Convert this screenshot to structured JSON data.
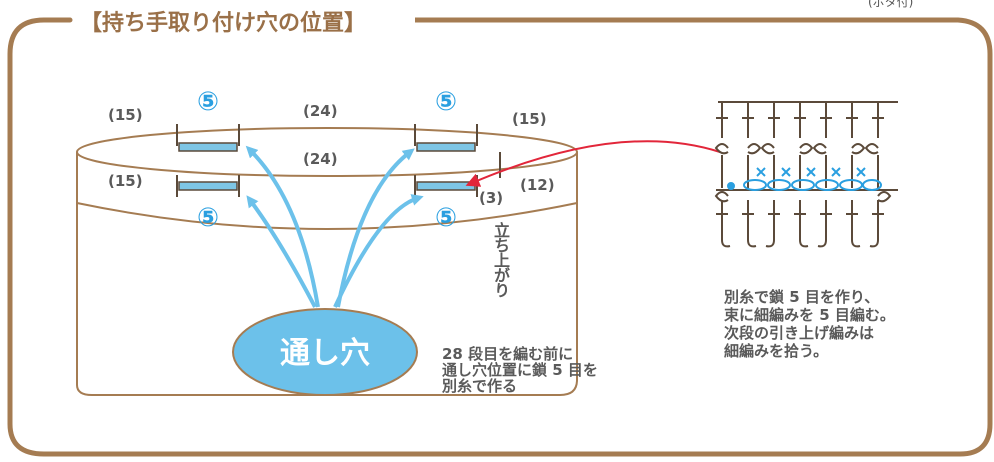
{
  "header": {
    "title": "【持ち手取り付け穴の位置】",
    "corner_note": "(ボタ付)"
  },
  "diagram": {
    "hole_label": "通し穴",
    "stitch_count": "⑤",
    "spacings": {
      "top_left": "(15)",
      "top_middle": "(24)",
      "top_right": "(15)",
      "bottom_left": "(15)",
      "bottom_middle": "(24)",
      "bottom_right_small": "(3)",
      "bottom_right": "(12)"
    },
    "rise_label": "立ち上がり",
    "note_left": "28 段目を編む前に\n通し穴位置に鎖 5 目を\n別糸で作る",
    "note_right": "別糸で鎖 5 目を作り、\n束に細編みを 5 目編む。\n次段の引き上げ編みは\n細編みを拾う。"
  },
  "colors": {
    "brown": "#a57c52",
    "blue": "#6cc1ea",
    "hole_fill": "#6cc1ea",
    "bar_fill": "#7ec6e6",
    "red": "#e2263a",
    "stitch_blue": "#2a9fe0",
    "text": "#5a5a5a"
  }
}
